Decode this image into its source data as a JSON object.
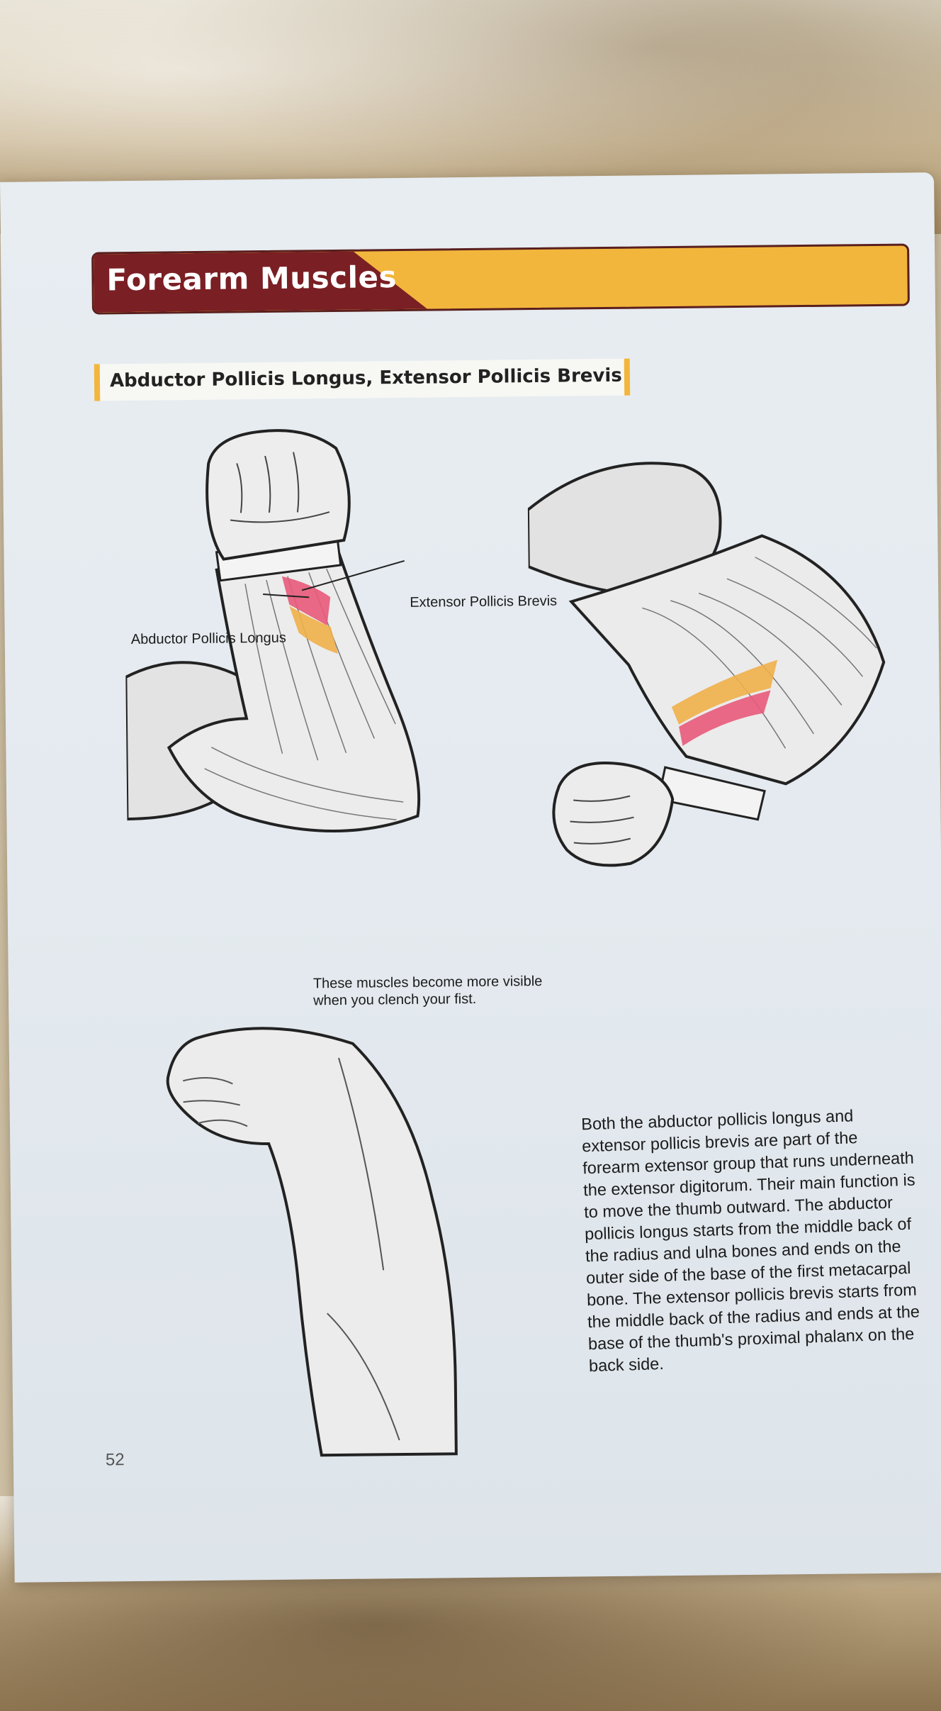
{
  "section_title": "Forearm Muscles",
  "subsection_title": "Abductor Pollicis Longus, Extensor Pollicis Brevis",
  "labels": {
    "extensor": "Extensor Pollicis Brevis",
    "abductor": "Abductor Pollicis Longus"
  },
  "caption": "These muscles become more visible when you clench your fist.",
  "body": "Both the abductor pollicis longus and extensor pollicis brevis are part of the forearm extensor group that runs underneath the extensor digitorum. Their main function is to move the thumb outward. The abductor pollicis longus starts from the middle back of the radius and ulna bones and ends on the outer side of the base of the first metacarpal bone. The extensor pollicis brevis starts from the middle back of the radius and ends at the base of the thumb's proximal phalanx on the back side.",
  "page_number": "52",
  "colors": {
    "maroon": "#7a1f24",
    "gold": "#f2b63c",
    "abductor_highlight": "#f0b04a",
    "extensor_highlight": "#e85a7a"
  }
}
